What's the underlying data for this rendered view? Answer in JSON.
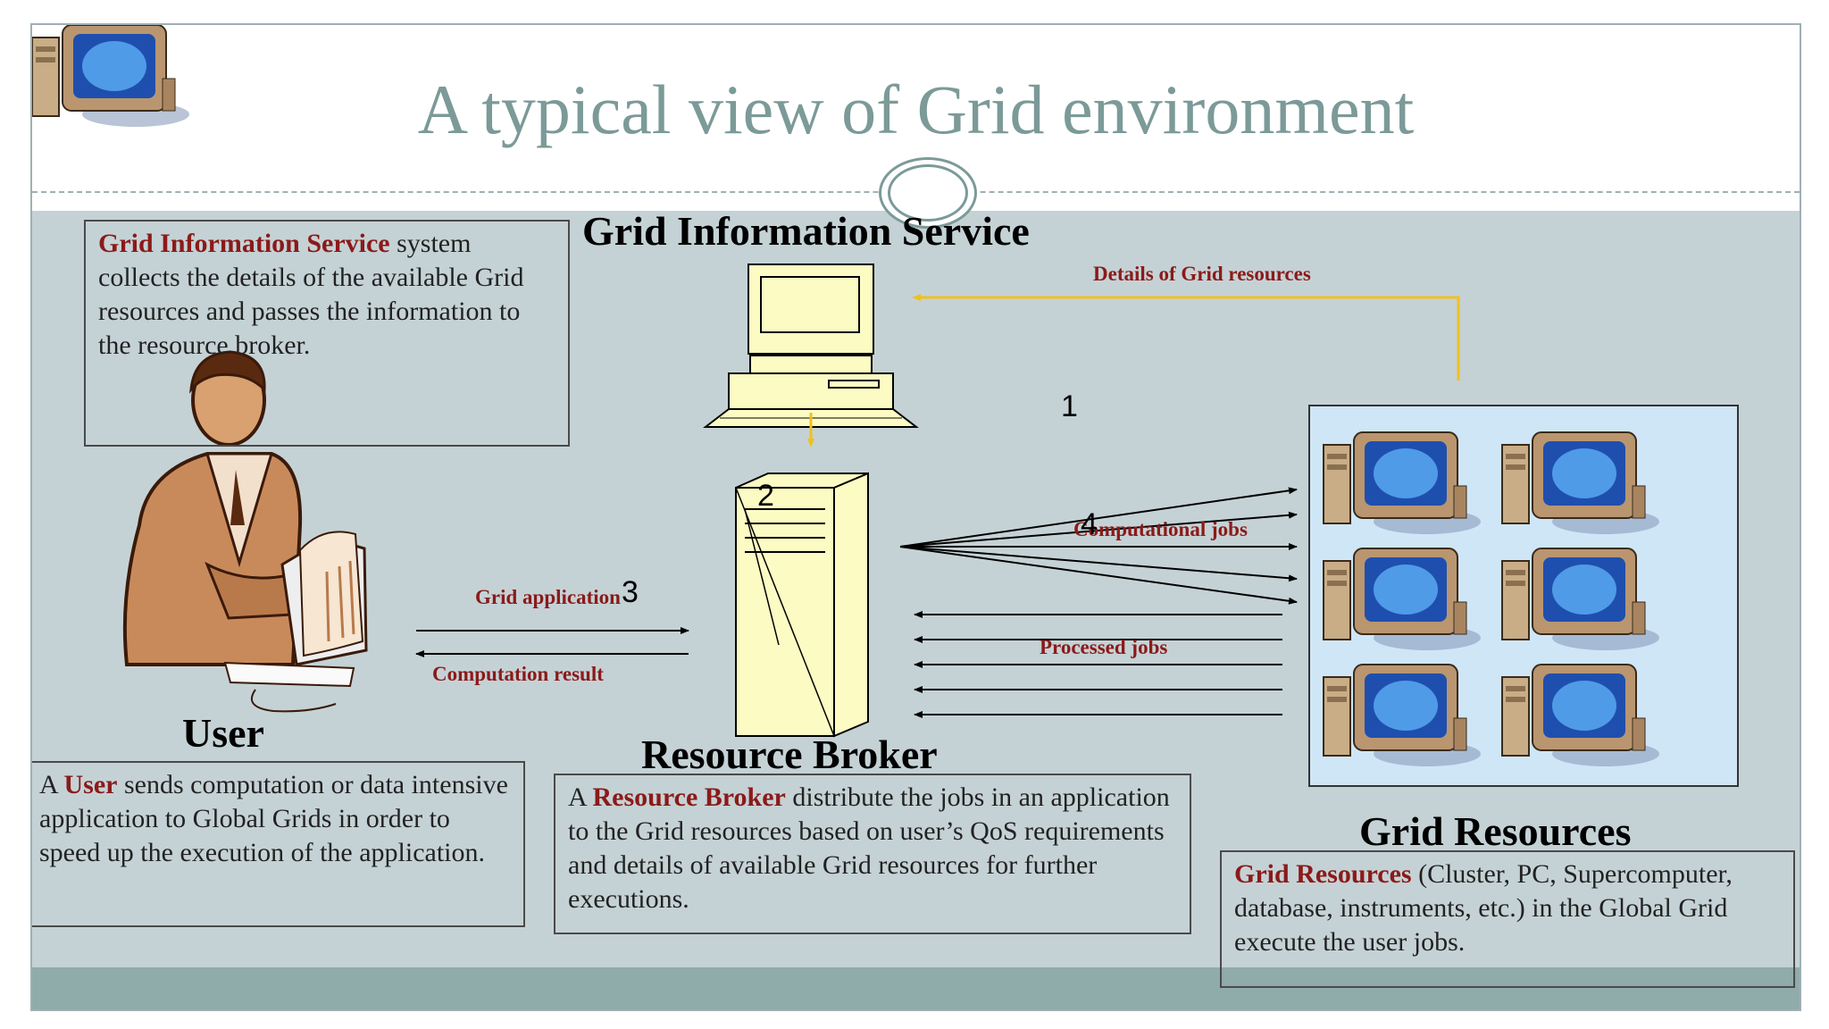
{
  "slide": {
    "title": "A typical view of Grid environment",
    "colors": {
      "title": "#7b9a98",
      "highlight": "#8b1a1a",
      "body_background": "#c5d2d5",
      "footer": "#8fabaa",
      "info_arrow": "#f0c020",
      "resources_panel": "#cfe6f7"
    }
  },
  "headings": {
    "gis": "Grid Information Service",
    "user": "User",
    "broker": "Resource Broker",
    "resources": "Grid Resources"
  },
  "boxes": {
    "gis": {
      "highlight": "Grid Information Service",
      "text": " system collects the details of the available Grid resources and passes the information to the resource broker."
    },
    "user": {
      "prefix": "A ",
      "highlight": "User",
      "text": " sends computation or data intensive application to Global Grids in order to speed up the execution of the application."
    },
    "broker": {
      "prefix": "A ",
      "highlight": "Resource Broker",
      "text": " distribute the jobs in an application to the Grid resources based on user’s QoS requirements and details of available Grid resources for further executions."
    },
    "resources": {
      "highlight": "Grid Resources",
      "text": " (Cluster, PC, Supercomputer, database, instruments, etc.) in the Global Grid execute the user jobs."
    }
  },
  "labels": {
    "details": "Details of  Grid resources",
    "computational_jobs": "Computational jobs",
    "processed_jobs": "Processed jobs",
    "grid_application": "Grid application",
    "computation_result": "Computation result"
  },
  "steps": [
    "1",
    "2",
    "3",
    "4"
  ],
  "icons": {
    "gis": "desktop-computer-icon",
    "broker": "server-tower-icon",
    "user": "user-at-computer-icon",
    "resources": "computer-cluster-icon"
  }
}
